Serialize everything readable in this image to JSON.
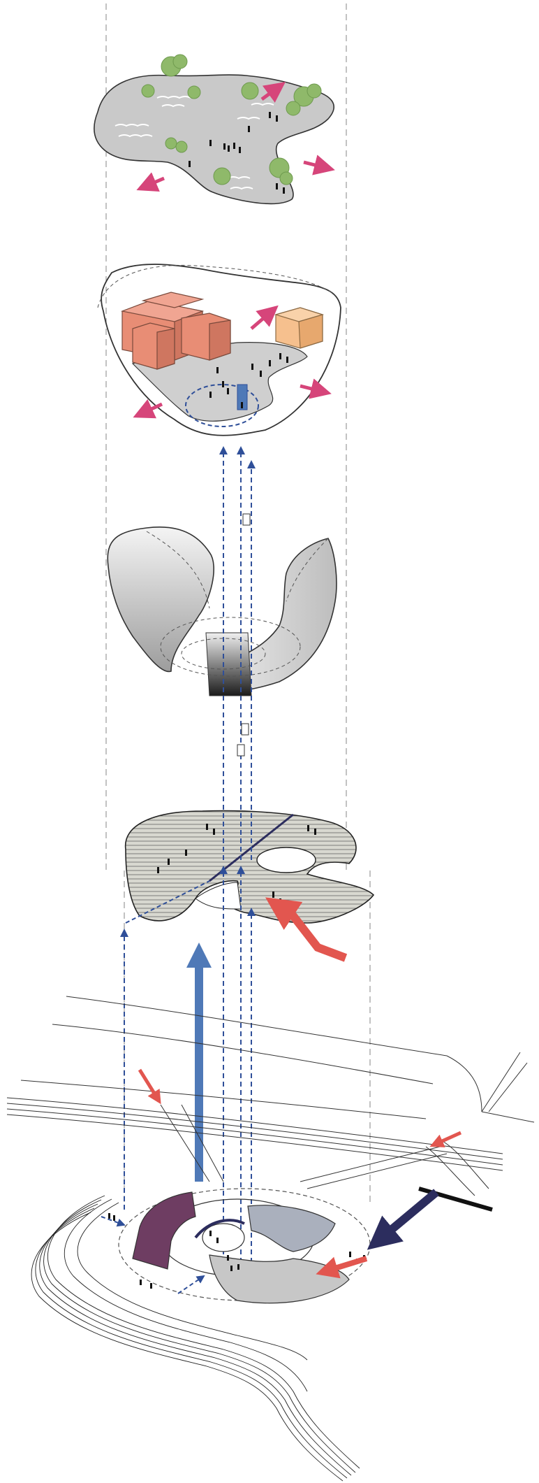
{
  "diagram": {
    "type": "exploded-axonometric",
    "layers": [
      {
        "id": "roof-park",
        "content": [
          "trees",
          "people",
          "seating",
          "arrows"
        ]
      },
      {
        "id": "plaza-level",
        "content": [
          "box-volume",
          "box-volume",
          "people",
          "vertical-circulation",
          "arrows"
        ]
      },
      {
        "id": "shell",
        "content": [
          "curved-surface"
        ]
      },
      {
        "id": "terraced-ring",
        "content": [
          "terraces",
          "people",
          "bridge",
          "arrow"
        ]
      },
      {
        "id": "site-plan",
        "content": [
          "roads",
          "contours",
          "stadium-segments",
          "people",
          "arrows"
        ]
      }
    ],
    "colors": {
      "arrow-pink": "#d6457a",
      "arrow-red": "#e2564f",
      "arrow-blue": "#4f79b7",
      "dashed-blue": "#2f4f99",
      "arrow-navy": "#2c2d5e",
      "volume-salmon": "#e88d75",
      "volume-peach": "#f6c08e",
      "segment-purple": "#6e3d62",
      "segment-grey": "#aab0bd",
      "floor-grey": "#c8c8c8",
      "tree-green": "#8fb96a"
    }
  }
}
